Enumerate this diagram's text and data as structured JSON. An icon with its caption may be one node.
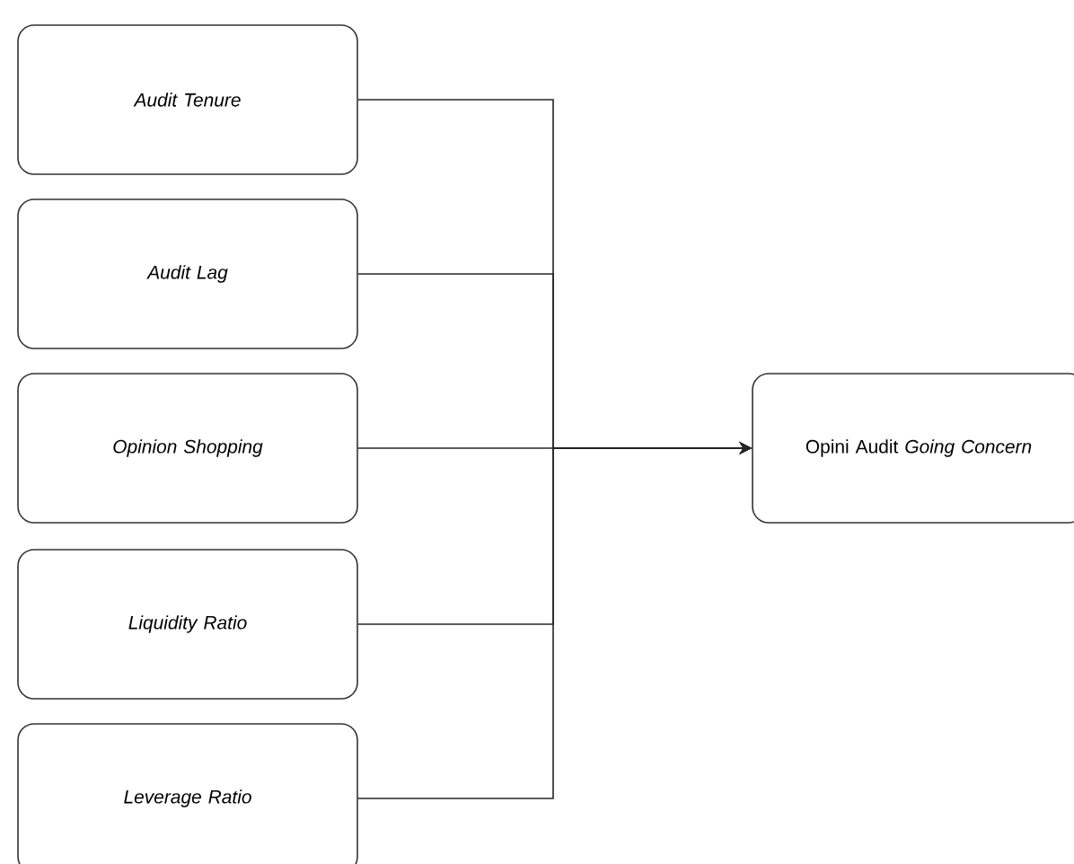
{
  "diagram": {
    "nodes": [
      {
        "text": [
          "Audit Tenure"
        ]
      },
      {
        "text": [
          "Audit Lag"
        ]
      },
      {
        "text": [
          "Opinion Shopping"
        ]
      },
      {
        "text": [
          "Liquidity Ratio"
        ]
      },
      {
        "text": [
          "Leverage Ratio"
        ]
      },
      {
        "text": [
          "Opini Audit *Going Concern*"
        ]
      }
    ],
    "edges": [
      {
        "from": 0,
        "to": 5,
        "arrow": "to"
      },
      {
        "from": 1,
        "to": 5,
        "arrow": "to"
      },
      {
        "from": 2,
        "to": 5,
        "arrow": "to"
      },
      {
        "from": 3,
        "to": 5,
        "arrow": "to"
      },
      {
        "from": 4,
        "to": 5,
        "arrow": "to"
      }
    ]
  }
}
